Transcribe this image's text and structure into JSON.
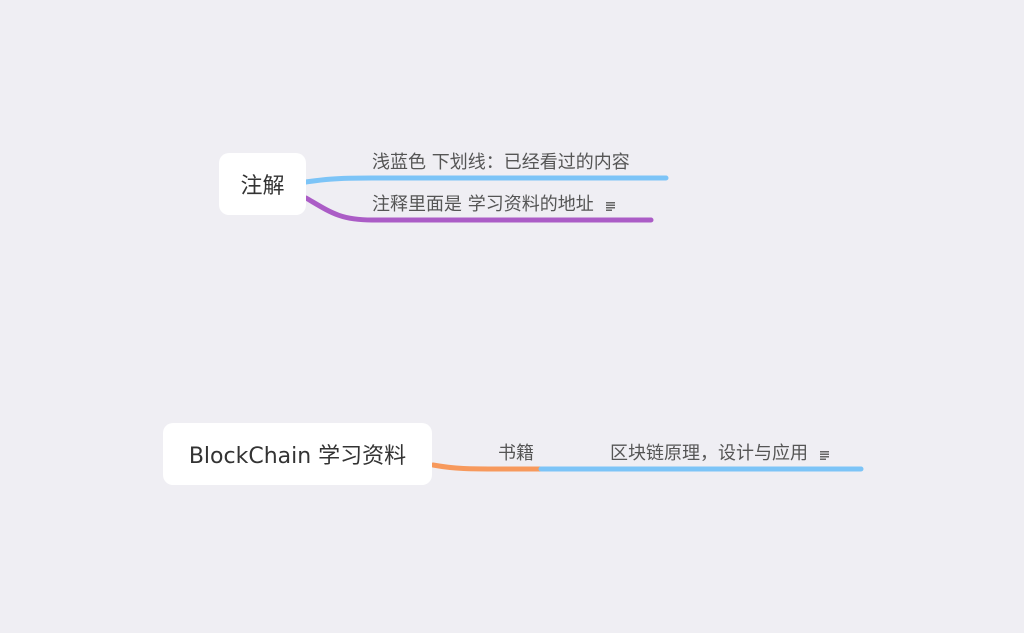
{
  "topics": [
    {
      "label": "注解",
      "branches": [
        {
          "label": "浅蓝色 下划线：已经看过的内容",
          "color": "#7cc4f7",
          "has_note": false
        },
        {
          "label": "注释里面是 学习资料的地址",
          "color": "#ab5cc6",
          "has_note": true,
          "note_icon": "note-icon"
        }
      ]
    },
    {
      "label": "BlockChain 学习资料",
      "branches": [
        {
          "label": "书籍",
          "color": "#f7995c",
          "has_note": false,
          "children": [
            {
              "label": "区块链原理，设计与应用",
              "color": "#7cc4f7",
              "has_note": true,
              "note_icon": "note-icon"
            }
          ]
        }
      ]
    }
  ],
  "colors": {
    "background": "#efeef3",
    "node_fill": "#ffffff",
    "blue": "#7cc4f7",
    "purple": "#ab5cc6",
    "orange": "#f7995c"
  }
}
